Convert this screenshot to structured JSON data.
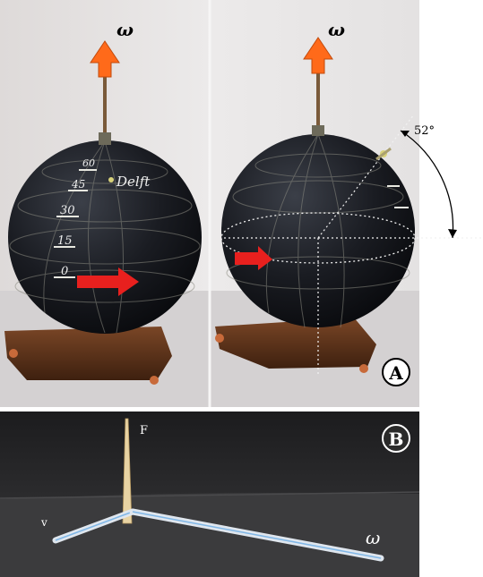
{
  "panel_a": {
    "omega_left": "ω",
    "omega_right": "ω",
    "latitude_marks": [
      "60",
      "45",
      "30",
      "15",
      "0"
    ],
    "place_label": "Delft",
    "angle_label": "52°",
    "panel_letter": "A"
  },
  "panel_b": {
    "label_f": "F",
    "label_v": "v",
    "label_omega": "ω",
    "panel_letter": "B"
  },
  "colors": {
    "arrow_orange": "#ff6a1a",
    "velocity_red": "#e8201e",
    "globe_dark": "#15171d",
    "wood_base": "#6b3a1e",
    "backdrop_light": "#e2e0e0",
    "backdrop_b": "#2a2a2a"
  }
}
